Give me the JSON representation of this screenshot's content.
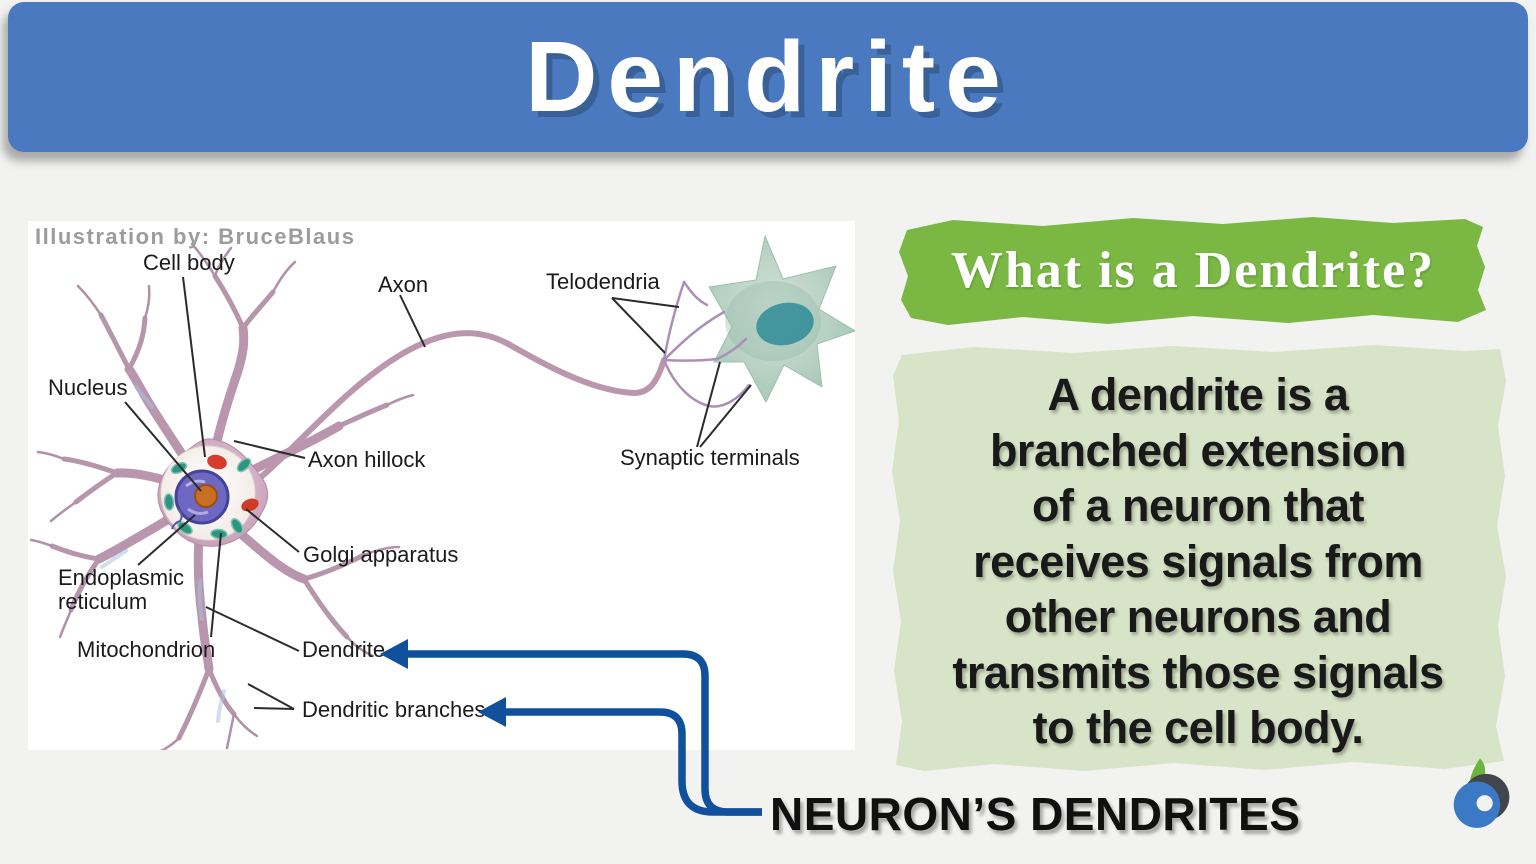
{
  "page": {
    "background": "#f2f2f0"
  },
  "header": {
    "title": "Dendrite",
    "bg_color": "#4a79bf",
    "text_color": "#ffffff"
  },
  "illustration": {
    "credit": "Illustration by: BruceBlaus",
    "labels": {
      "cell_body": "Cell body",
      "axon": "Axon",
      "telodendria": "Telodendria",
      "nucleus": "Nucleus",
      "axon_hillock": "Axon hillock",
      "synaptic_terminals": "Synaptic terminals",
      "golgi_apparatus": "Golgi apparatus",
      "endoplasmic_reticulum": "Endoplasmic reticulum",
      "mitochondrion": "Mitochondrion",
      "dendrite": "Dendrite",
      "dendritic_branches": "Dendritic branches"
    }
  },
  "question_banner": {
    "text": "What is a Dendrite?",
    "bg_color": "#7bb843",
    "text_color": "#ffffff"
  },
  "definition": {
    "bg_color": "#d8e4c7",
    "text": "A dendrite is a branched extension of a neuron that receives signals from other neurons and transmits those signals to the cell body.",
    "lines": [
      "A dendrite is a",
      "branched extension",
      "of a neuron that",
      "receives signals from",
      "other neurons and",
      "transmits those signals",
      "to the cell body."
    ]
  },
  "caption": {
    "text": "NEURON’S DENDRITES"
  },
  "arrows": {
    "color": "#11509c"
  },
  "logo": {
    "name": "biology-online-b-logo",
    "colors": {
      "blue": "#3c79c4",
      "gray": "#42464c",
      "green": "#6cb33f"
    }
  }
}
